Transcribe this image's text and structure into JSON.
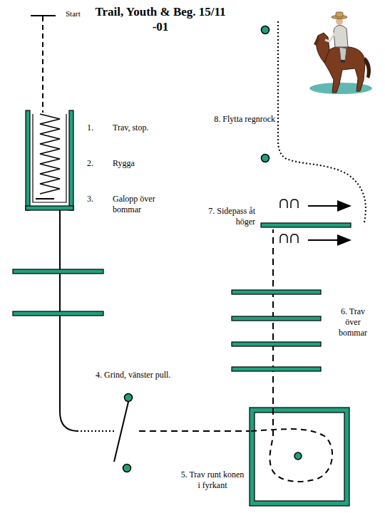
{
  "diagram": {
    "title": "Trail, Youth & Beg. 15/11 -01",
    "labels": [
      "Start",
      "1.",
      "Trav, stop.",
      "2.",
      "Rygga",
      "3.",
      "Galopp över bommar",
      "4. Grind, vänster pull.",
      "5. Trav runt konen i fyrkant",
      "6. Trav över bommar",
      "7. Sidepass åt höger",
      "8. Flytta regnrock"
    ]
  }
}
